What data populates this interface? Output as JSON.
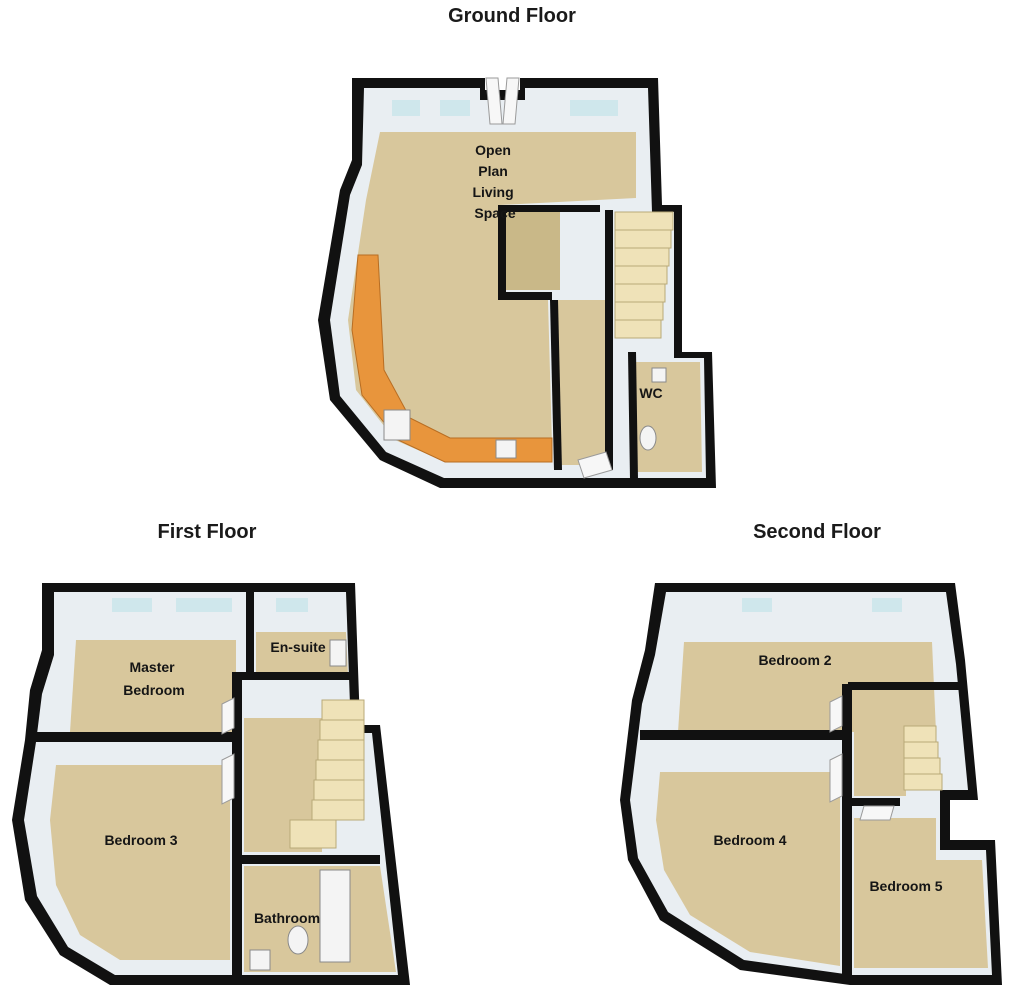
{
  "floors": {
    "ground": {
      "title": "Ground Floor",
      "rooms": {
        "living": [
          "Open",
          "Plan",
          "Living",
          "Space"
        ],
        "wc": "WC"
      }
    },
    "first": {
      "title": "First Floor",
      "rooms": {
        "master": [
          "Master",
          "Bedroom"
        ],
        "ensuite": "En-suite",
        "bedroom3": "Bedroom 3",
        "bathroom": "Bathroom"
      }
    },
    "second": {
      "title": "Second Floor",
      "rooms": {
        "bedroom2": "Bedroom 2",
        "bedroom4": "Bedroom 4",
        "bedroom5": "Bedroom 5"
      }
    }
  }
}
